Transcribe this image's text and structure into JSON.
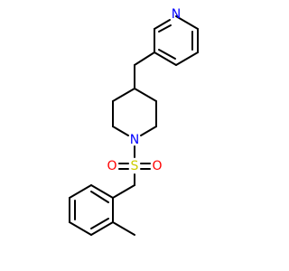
{
  "molecule": {
    "atoms": {
      "pyridine_n": "N",
      "piperidine_n": "N",
      "sulfur": "S",
      "oxygen_left": "O",
      "oxygen_right": "O"
    },
    "colors": {
      "bond": "#000000",
      "nitrogen": "#0000ff",
      "sulfur": "#cccc00",
      "oxygen": "#ff0000",
      "background": "#ffffff"
    }
  }
}
